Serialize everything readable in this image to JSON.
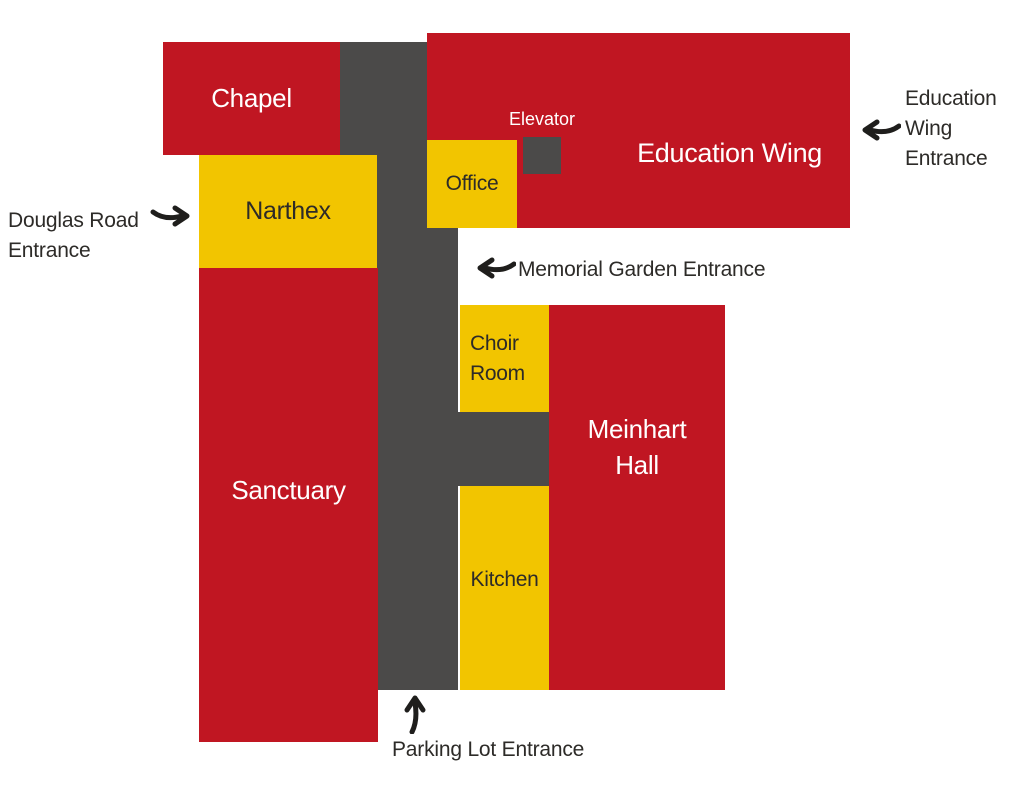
{
  "colors": {
    "red": "#C01622",
    "yellow": "#F2C500",
    "corridor_gray": "#4B4A49",
    "dark_text": "#2D2B28",
    "light_text": "#FFFFFF",
    "arrow_black": "#1F1E1C",
    "background": "#FFFFFF"
  },
  "rooms": {
    "chapel": {
      "label": "Chapel",
      "color": "red"
    },
    "education_wing": {
      "label": "Education Wing",
      "color": "red"
    },
    "office": {
      "label": "Office",
      "color": "yellow"
    },
    "elevator": {
      "label": "Elevator",
      "color": "gray"
    },
    "narthex": {
      "label": "Narthex",
      "color": "yellow"
    },
    "sanctuary": {
      "label": "Sanctuary",
      "color": "red"
    },
    "choir_room": {
      "label": "Choir Room",
      "color": "yellow"
    },
    "meinhart_hall": {
      "label": "Meinhart Hall",
      "color": "red"
    },
    "kitchen": {
      "label": "Kitchen",
      "color": "yellow"
    }
  },
  "entrances": {
    "douglas_road": {
      "label": "Douglas Road Entrance",
      "arrow_direction": "right"
    },
    "education_wing": {
      "label": "Education Wing Entrance",
      "arrow_direction": "left"
    },
    "memorial_garden": {
      "label": "Memorial Garden Entrance",
      "arrow_direction": "left"
    },
    "parking_lot": {
      "label": "Parking Lot Entrance",
      "arrow_direction": "up"
    }
  }
}
